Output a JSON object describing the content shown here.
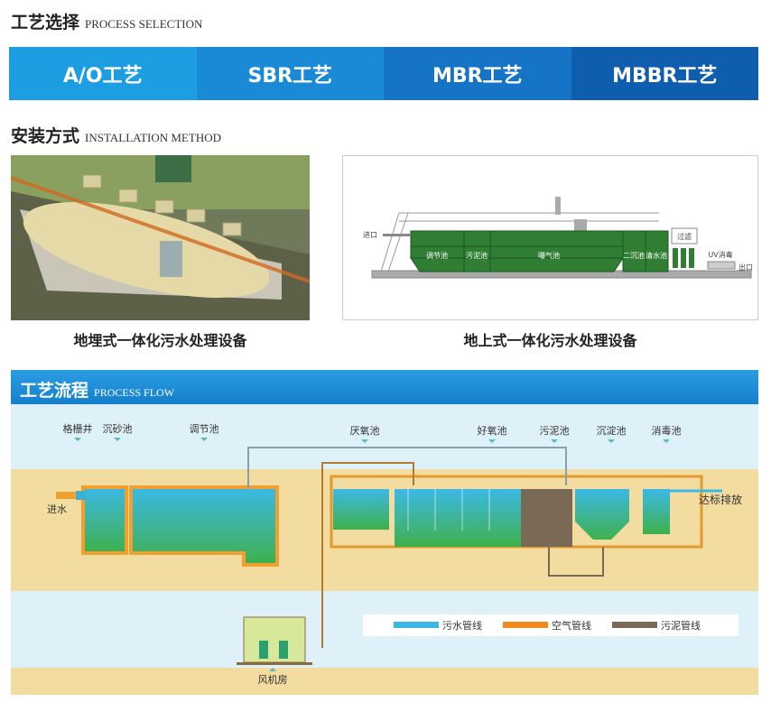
{
  "process_selection": {
    "title_cn": "工艺选择",
    "title_en": "PROCESS SELECTION",
    "tabs": [
      {
        "label": "A/O工艺",
        "color": "#1d9ee3"
      },
      {
        "label": "SBR工艺",
        "color": "#1a8ad6"
      },
      {
        "label": "MBR工艺",
        "color": "#1574c6"
      },
      {
        "label": "MBBR工艺",
        "color": "#0f5eae"
      }
    ]
  },
  "installation": {
    "title_cn": "安装方式",
    "title_en": "INSTALLATION METHOD",
    "buried_caption": "地埋式一体化污水处理设备",
    "above_caption": "地上式一体化污水处理设备",
    "above_diagram": {
      "inlet": "进口",
      "outlet": "出口",
      "tanks": [
        "调节池",
        "污泥池",
        "曝气池",
        "二沉池",
        "清水池"
      ],
      "filter": "过滤",
      "uv": "UV消毒"
    }
  },
  "process_flow": {
    "title_cn": "工艺流程",
    "title_en": "PROCESS FLOW",
    "stages": [
      "格栅井",
      "沉砂池",
      "调节池",
      "厌氧池",
      "好氧池",
      "污泥池",
      "沉淀池",
      "消毒池"
    ],
    "inlet": "进水",
    "outlet": "达标排放",
    "blower_room": "风机房",
    "legend": [
      {
        "label": "污水管线",
        "color": "#3bb8e4"
      },
      {
        "label": "空气管线",
        "color": "#f08a1c"
      },
      {
        "label": "污泥管线",
        "color": "#7a6a55"
      }
    ]
  }
}
